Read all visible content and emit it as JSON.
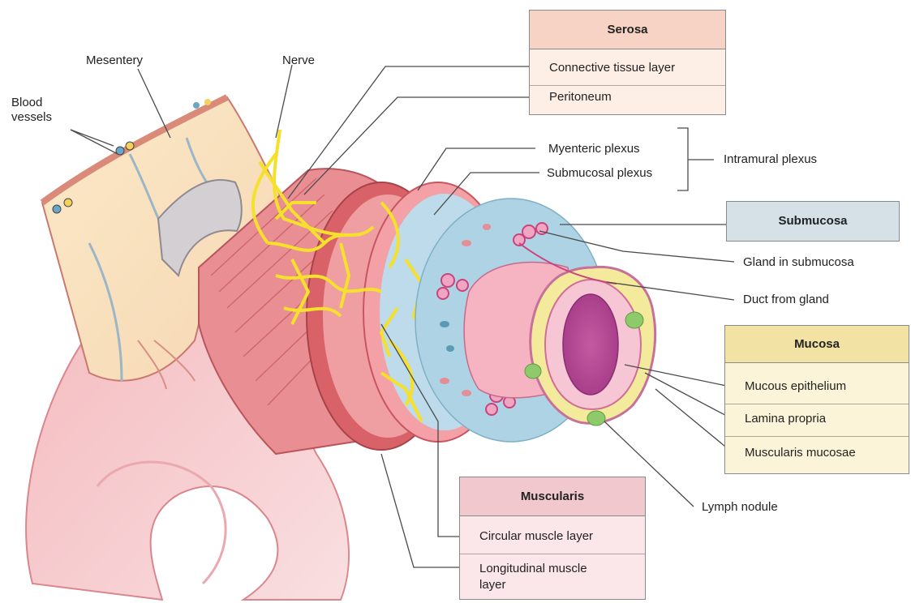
{
  "labels": {
    "mesentery": "Mesentery",
    "nerve": "Nerve",
    "blood_vessels_1": "Blood",
    "blood_vessels_2": "vessels",
    "myenteric_plexus": "Myenteric plexus",
    "submucosal_plexus": "Submucosal plexus",
    "intramural_plexus": "Intramural plexus",
    "gland_in_submucosa": "Gland in submucosa",
    "duct_from_gland": "Duct from gland",
    "lymph_nodule": "Lymph nodule"
  },
  "serosa": {
    "title": "Serosa",
    "items": [
      "Connective tissue layer",
      "Peritoneum"
    ]
  },
  "submucosa": {
    "title": "Submucosa"
  },
  "mucosa": {
    "title": "Mucosa",
    "items": [
      "Mucous epithelium",
      "Lamina propria",
      "Muscularis mucosae"
    ]
  },
  "muscularis": {
    "title": "Muscularis",
    "items": [
      "Circular muscle layer",
      "Longitudinal muscle",
      "layer"
    ]
  },
  "colors": {
    "serosa_head": "#f6d3c4",
    "serosa_body": "#fdeee6",
    "submucosa_head": "#d5e1e7",
    "mucosa_head": "#f2e2a4",
    "mucosa_body": "#fbf4d8",
    "muscularis_head": "#f2c8cf",
    "muscularis_body": "#fbe6e9"
  }
}
